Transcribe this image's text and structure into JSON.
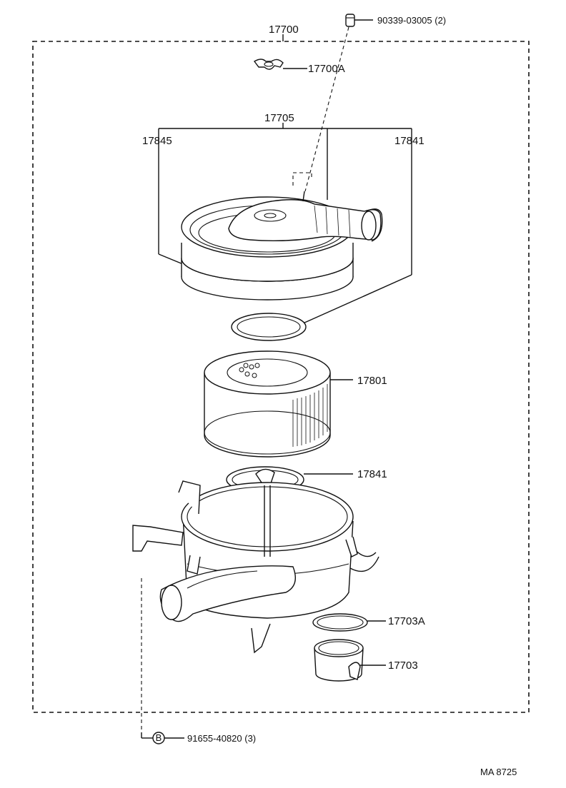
{
  "labels": {
    "assembly": "17700",
    "screw": "90339-03005 (2)",
    "wing_nut": "17700A",
    "cap_subassembly": "17705",
    "cap": "17845",
    "cap_gasket": "17841",
    "element": "17801",
    "gasket_lower": "17841",
    "hose_gasket": "17703A",
    "hose": "17703",
    "bolt_marker": "B",
    "bolt": "91655-40820 (3)",
    "diagram_code": "MA 8725"
  }
}
